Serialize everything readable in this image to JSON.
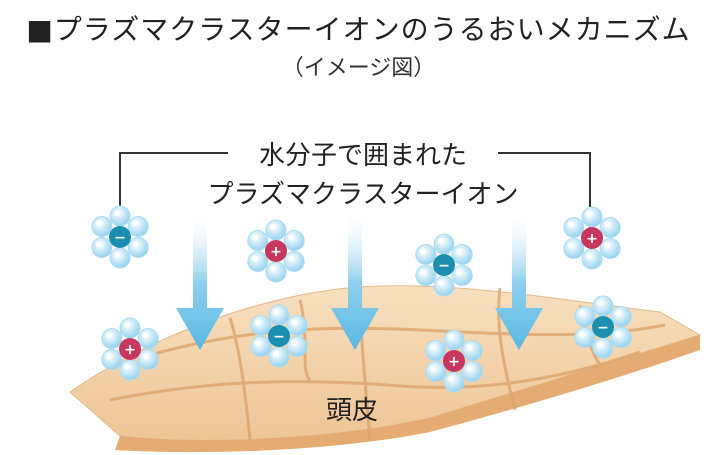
{
  "header": {
    "title": "■プラズマクラスターイオンのうるおいメカニズム",
    "subtitle": "（イメージ図）"
  },
  "diagram": {
    "callout_line1": "水分子で囲まれた",
    "callout_line2": "プラズマクラスターイオン",
    "scalp_label": "頭皮",
    "ions": [
      {
        "charge": "negative",
        "symbol": "−",
        "color": "#1c8fb0"
      },
      {
        "charge": "positive",
        "symbol": "+",
        "color": "#c8385e"
      },
      {
        "charge": "negative",
        "symbol": "−",
        "color": "#1c8fb0"
      },
      {
        "charge": "positive",
        "symbol": "+",
        "color": "#c8385e"
      },
      {
        "charge": "positive",
        "symbol": "+",
        "color": "#c8385e"
      },
      {
        "charge": "negative",
        "symbol": "−",
        "color": "#1c8fb0"
      },
      {
        "charge": "positive",
        "symbol": "+",
        "color": "#c8385e"
      },
      {
        "charge": "negative",
        "symbol": "−",
        "color": "#1c8fb0"
      }
    ],
    "colors": {
      "arrow": "#6cc2e6",
      "water": "#a9dcf3",
      "scalp": "#f2cfa3",
      "scalp_line": "#d9a36c"
    }
  }
}
